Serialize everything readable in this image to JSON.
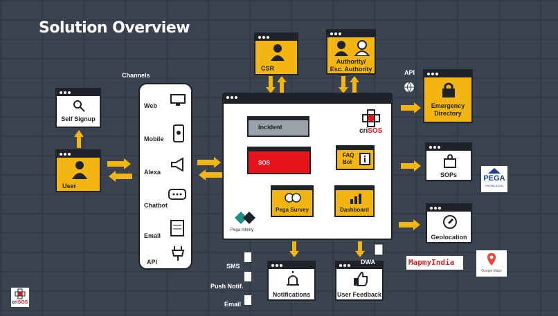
{
  "title": "Solution Overview",
  "channels_label": "Channels",
  "channels": [
    "Web",
    "Mobile",
    "Alexa",
    "Chatbot",
    "Email",
    "API"
  ],
  "nodes": {
    "self_signup": "Self Signup",
    "user": "User",
    "csr": "CSR",
    "authority": "Authority/\nEsc. Authority",
    "emergency_directory": "Emergency\nDirectory",
    "sops": "SOPs",
    "geolocation": "Geolocation",
    "notifications": "Notifications",
    "user_feedback": "User Feedback",
    "api_label": "API",
    "dwa_label": "DWA"
  },
  "modules": {
    "incident": "Incident",
    "sos": "SOS",
    "faq_bot": "FAQ\nBot",
    "pega_survey": "Pega Survey",
    "dashboard": "Dashboard"
  },
  "notification_channels": [
    "SMS",
    "Push Notif.",
    "Email"
  ],
  "logos": {
    "crisos_prefix": "cri",
    "crisos_suffix": "SOS",
    "pega_infinity": "Pega Infinity",
    "pega_knowledge_1": "PEGA",
    "pega_knowledge_2": "KNOWLEDGE",
    "mapmyindia": "MapmyIndia",
    "google_maps": "Google Maps"
  },
  "colors": {
    "accent": "#f2b512",
    "sos": "#e8141b",
    "background": "#3b4250",
    "incident": "#9aa1ab"
  },
  "icons": [
    "key-icon",
    "user-icon",
    "lock-icon",
    "book-icon",
    "compass-icon",
    "siren-icon",
    "thumbs-up-icon",
    "globe-icon",
    "monitor-icon",
    "mobile-icon",
    "megaphone-icon",
    "chat-icon",
    "email-icon",
    "plug-icon"
  ]
}
